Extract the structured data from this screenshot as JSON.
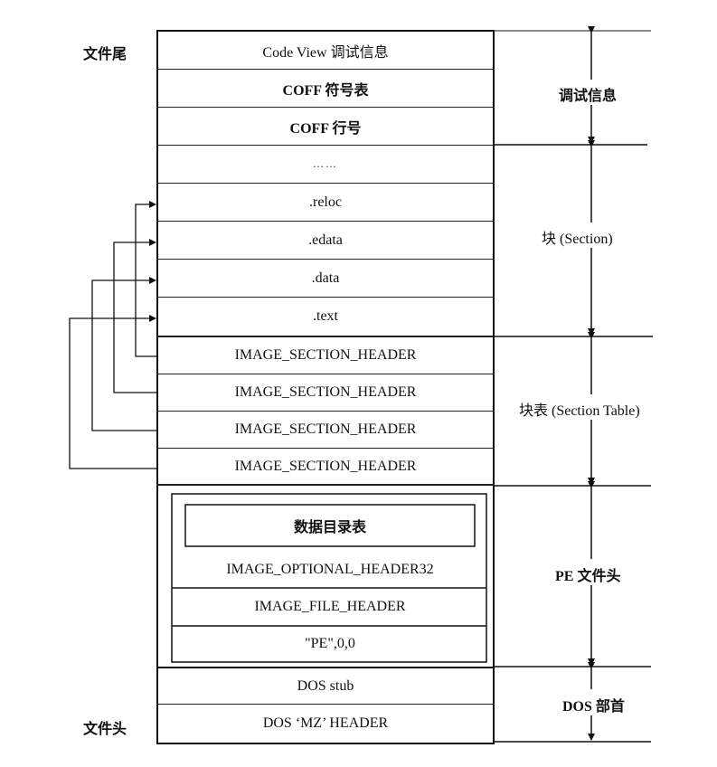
{
  "left_labels": {
    "file_tail": "文件尾",
    "file_head": "文件头"
  },
  "rows": {
    "codeview": "Code View 调试信息",
    "coff_symbols": "COFF 符号表",
    "coff_lines": "COFF 行号",
    "ellipsis": "……",
    "reloc": ".reloc",
    "edata": ".edata",
    "data": ".data",
    "text": ".text",
    "section_header": "IMAGE_SECTION_HEADER",
    "data_directory": "数据目录表",
    "optional_header": "IMAGE_OPTIONAL_HEADER32",
    "file_header": "IMAGE_FILE_HEADER",
    "pe_signature": "\"PE\",0,0",
    "dos_stub": "DOS stub",
    "dos_header": "DOS ‘MZ’ HEADER"
  },
  "right_labels": {
    "debug_info": "调试信息",
    "section": "块 (Section)",
    "section_table": "块表 (Section Table)",
    "pe_header": "PE 文件头",
    "dos_head": "DOS 部首"
  }
}
